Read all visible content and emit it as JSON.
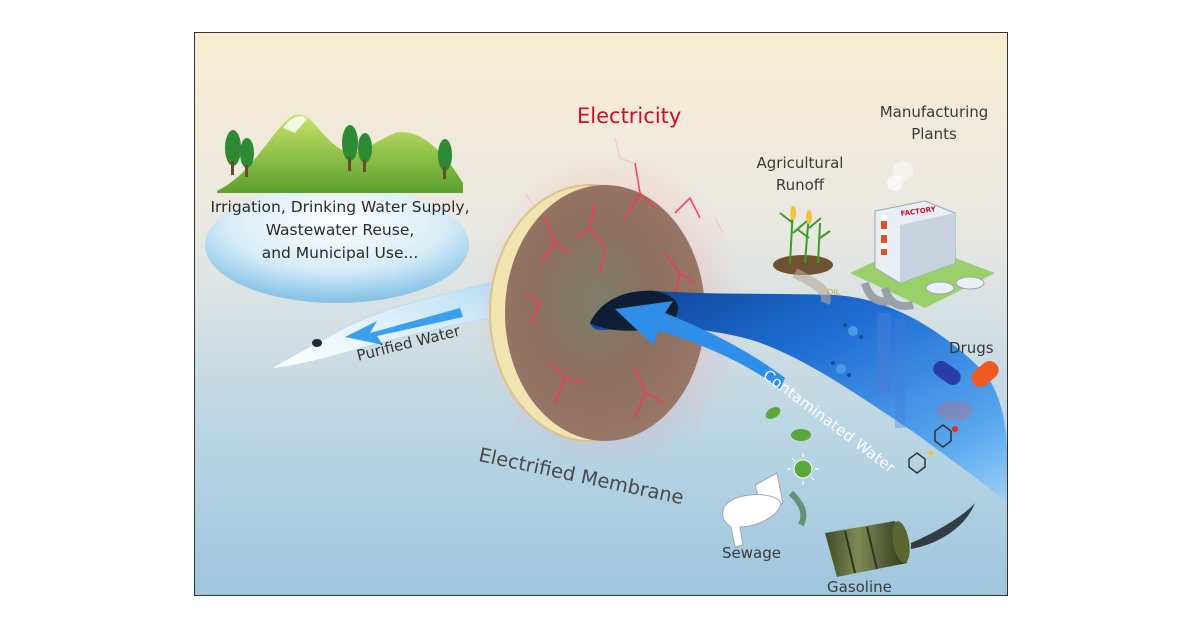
{
  "labels": {
    "reuse_line1": "Irrigation, Drinking Water Supply,",
    "reuse_line2": "Wastewater Reuse,",
    "reuse_line3": "and Municipal Use...",
    "electricity": "Electricity",
    "agricultural_line1": "Agricultural",
    "agricultural_line2": "Runoff",
    "manufacturing_line1": "Manufacturing",
    "manufacturing_line2": "Plants",
    "drugs": "Drugs",
    "sewage": "Sewage",
    "gasoline": "Gasoline",
    "purified_water": "Purified Water",
    "electrified_membrane": "Electrified Membrane",
    "contaminated_water": "Contaminated Water",
    "factory_sign": "FACTORY",
    "oil": "OIL"
  },
  "colors": {
    "electricity_text": "#c8102e",
    "water_blue": "#1f6fd6",
    "arrow_blue": "#2f8ee8",
    "membrane_brown": "#8a6a5a",
    "sky_top": "#f8ead0",
    "sky_bottom": "#9fc7de"
  },
  "icons": [
    "mountain-icon",
    "tree-icon",
    "corn-icon",
    "factory-icon",
    "pill-icon",
    "molecule-icon",
    "bacteria-icon",
    "virus-icon",
    "toilet-icon",
    "oil-barrel-icon",
    "lightning-crack-icon"
  ]
}
